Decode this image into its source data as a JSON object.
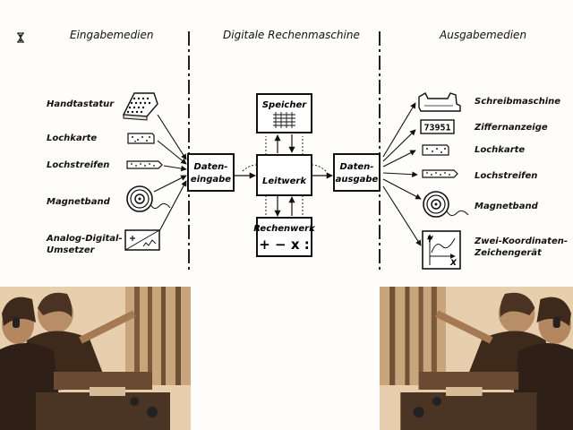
{
  "corner_icon": "hourglass-icon",
  "headers": {
    "input": "Eingabemedien",
    "computer": "Digitale Rechenmaschine",
    "output": "Ausgabemedien"
  },
  "inputs": [
    {
      "label": "Handtastatur",
      "icon": "keyboard-icon"
    },
    {
      "label": "Lochkarte",
      "icon": "punch-card-icon"
    },
    {
      "label": "Lochstreifen",
      "icon": "punched-tape-icon"
    },
    {
      "label": "Magnetband",
      "icon": "tape-reel-icon"
    },
    {
      "label": "Analog-Digital-",
      "label2": "Umsetzer",
      "icon": "adc-icon"
    }
  ],
  "outputs": [
    {
      "label": "Schreibmaschine",
      "icon": "typewriter-icon"
    },
    {
      "label": "Ziffernanzeige",
      "icon": "digit-display-icon",
      "display": "73951"
    },
    {
      "label": "Lochkarte",
      "icon": "punch-card-icon"
    },
    {
      "label": "Lochstreifen",
      "icon": "punched-tape-icon"
    },
    {
      "label": "Magnetband",
      "icon": "tape-reel-icon"
    },
    {
      "label": "Zwei-Koordinaten-",
      "label2": "Zeichengerät",
      "icon": "plotter-icon",
      "axis_y": "Y",
      "axis_x": "X"
    }
  ],
  "blocks": {
    "input_unit": {
      "line1": "Daten-",
      "line2": "eingabe"
    },
    "output_unit": {
      "line1": "Daten-",
      "line2": "ausgabe"
    },
    "memory": "Speicher",
    "control": "Leitwerk",
    "alu": "Rechenwerk",
    "alu_ops": "+ − x :"
  },
  "photos": [
    "operators-photo-left",
    "operators-photo-right"
  ]
}
